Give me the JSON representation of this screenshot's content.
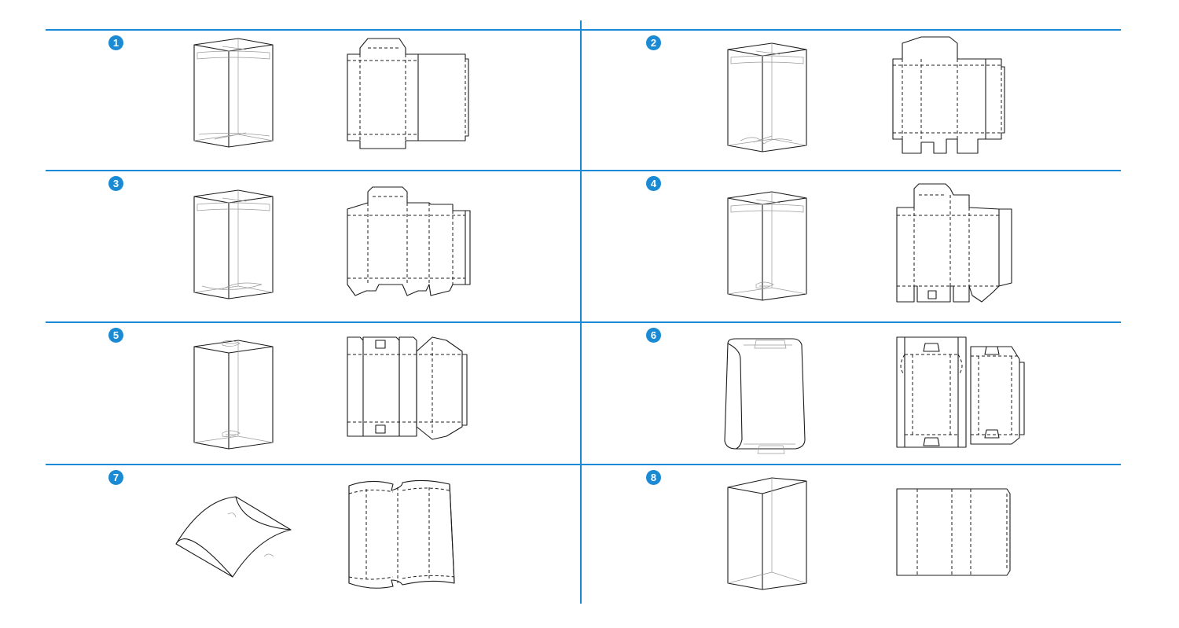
{
  "colors": {
    "accent": "#1a8ad4",
    "line": "#1c1c1c",
    "thin": "#9a9a9a"
  },
  "items": [
    {
      "number": "1",
      "box": "box-1",
      "net": "net-1"
    },
    {
      "number": "2",
      "box": "box-2",
      "net": "net-2"
    },
    {
      "number": "3",
      "box": "box-3",
      "net": "net-3"
    },
    {
      "number": "4",
      "box": "box-4",
      "net": "net-4"
    },
    {
      "number": "5",
      "box": "box-5",
      "net": "net-5"
    },
    {
      "number": "6",
      "box": "box-6",
      "net": "net-6"
    },
    {
      "number": "7",
      "box": "pillow-box",
      "net": "pillow-net"
    },
    {
      "number": "8",
      "box": "sleeve-box",
      "net": "sleeve-net"
    }
  ]
}
